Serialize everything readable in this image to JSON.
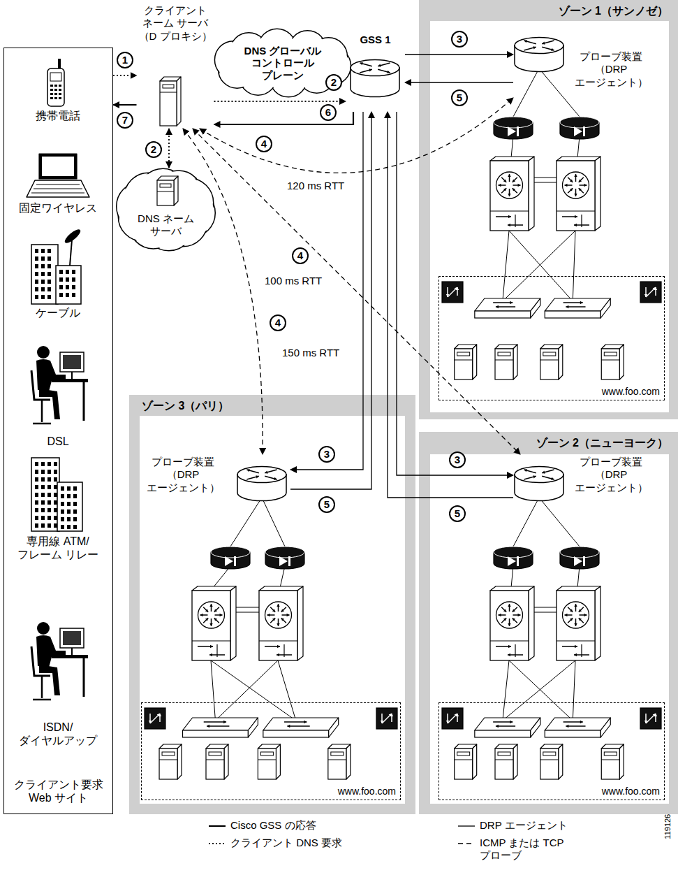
{
  "diagram": {
    "nodes": [
      {
        "text": [
          "クライアント要求 Web サイト"
        ]
      },
      {
        "text": [
          "クライアント ネーム サーバ （D プロキシ）"
        ]
      },
      {
        "text": [
          "DNS グローバル コントロール プレーン"
        ]
      },
      {
        "text": [
          "GSS 1"
        ]
      },
      {
        "text": [
          "DNS ネーム サーバ"
        ]
      },
      {
        "text": [
          "ゾーン 1（サンノゼ）"
        ]
      },
      {
        "text": [
          "プローブ装置 （DRP エージェント）"
        ],
        "in": 5
      },
      {
        "text": [
          "www.foo.com"
        ],
        "in": 5
      },
      {
        "text": [
          "ゾーン 3（パリ）"
        ]
      },
      {
        "text": [
          "プローブ装置 （DRP エージェント）"
        ],
        "in": 8
      },
      {
        "text": [
          "www.foo.com"
        ],
        "in": 8
      },
      {
        "text": [
          "ゾーン 2（ニューヨーク）"
        ]
      },
      {
        "text": [
          "プローブ装置 （DRP エージェント）"
        ],
        "in": 11
      },
      {
        "text": [
          "www.foo.com"
        ],
        "in": 11
      }
    ],
    "edges": [
      {
        "from": 0,
        "to": 1,
        "arrow": "to",
        "label": "1"
      },
      {
        "from": 1,
        "to": 0,
        "arrow": "to",
        "label": "7"
      },
      {
        "from": 1,
        "to": 3,
        "arrow": "to",
        "label": "2"
      },
      {
        "from": 3,
        "to": 1,
        "arrow": "to",
        "label": "6"
      },
      {
        "from": 1,
        "to": 4,
        "arrow": "both",
        "label": "2"
      },
      {
        "from": 3,
        "to": 6,
        "arrow": "to",
        "label": "3"
      },
      {
        "from": 6,
        "to": 3,
        "arrow": "to",
        "label": "5"
      },
      {
        "from": 3,
        "to": 9,
        "arrow": "to",
        "label": "3"
      },
      {
        "from": 9,
        "to": 3,
        "arrow": "to",
        "label": "5"
      },
      {
        "from": 3,
        "to": 12,
        "arrow": "to",
        "label": "3"
      },
      {
        "from": 12,
        "to": 3,
        "arrow": "to",
        "label": "5"
      },
      {
        "from": 1,
        "to": 6,
        "arrow": "both",
        "label": "120 ms RTT"
      },
      {
        "from": 1,
        "to": 12,
        "arrow": "both",
        "label": "100 ms RTT"
      },
      {
        "from": 1,
        "to": 9,
        "arrow": "both",
        "label": "150 ms RTT"
      }
    ],
    "labels": [
      "携帯電話",
      "固定ワイヤレス",
      "ケーブル",
      "DSL",
      "専用線 ATM/フレーム リレー",
      "ISDN/ダイヤルアップ",
      "4",
      "4",
      "4",
      "119126"
    ],
    "legend": [
      {
        "text": "Cisco GSS の応答"
      },
      {
        "text": "クライアント DNS 要求"
      },
      {
        "text": "DRP エージェント"
      },
      {
        "text": "ICMP または TCP プローブ"
      }
    ]
  }
}
